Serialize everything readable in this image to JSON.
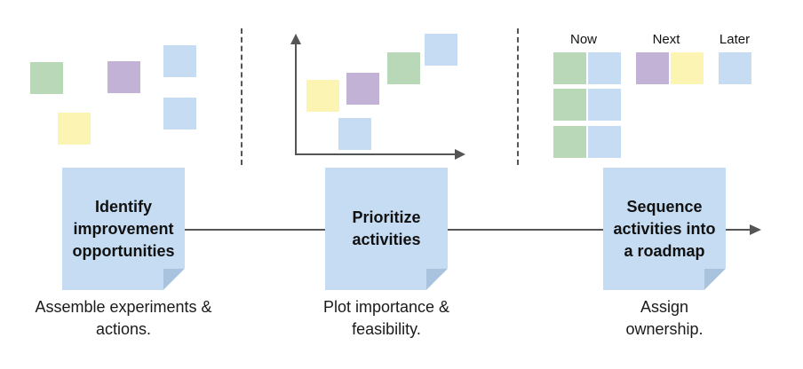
{
  "steps": [
    {
      "title": "Identify improvement opportunities",
      "caption": "Assemble experiments & actions."
    },
    {
      "title": "Prioritize activities",
      "caption": "Plot importance & feasibility."
    },
    {
      "title": "Sequence activities into a roadmap",
      "caption": "Assign ownership."
    }
  ],
  "roadmap_columns": [
    "Now",
    "Next",
    "Later"
  ],
  "colors": {
    "step_note": "#c5dcf2",
    "green": "#b9d8b7",
    "purple": "#c2b3d6",
    "blue": "#c5dcf2",
    "yellow": "#fbf4b3",
    "arrow": "#555555"
  }
}
